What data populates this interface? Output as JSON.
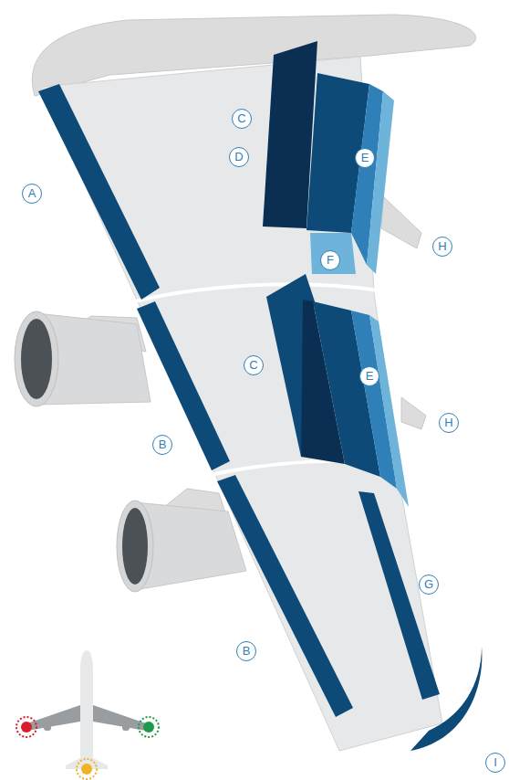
{
  "diagram": {
    "labels": [
      "C",
      "D",
      "A",
      "E",
      "H",
      "F",
      "C",
      "E",
      "H",
      "B",
      "G",
      "B",
      "I"
    ]
  }
}
